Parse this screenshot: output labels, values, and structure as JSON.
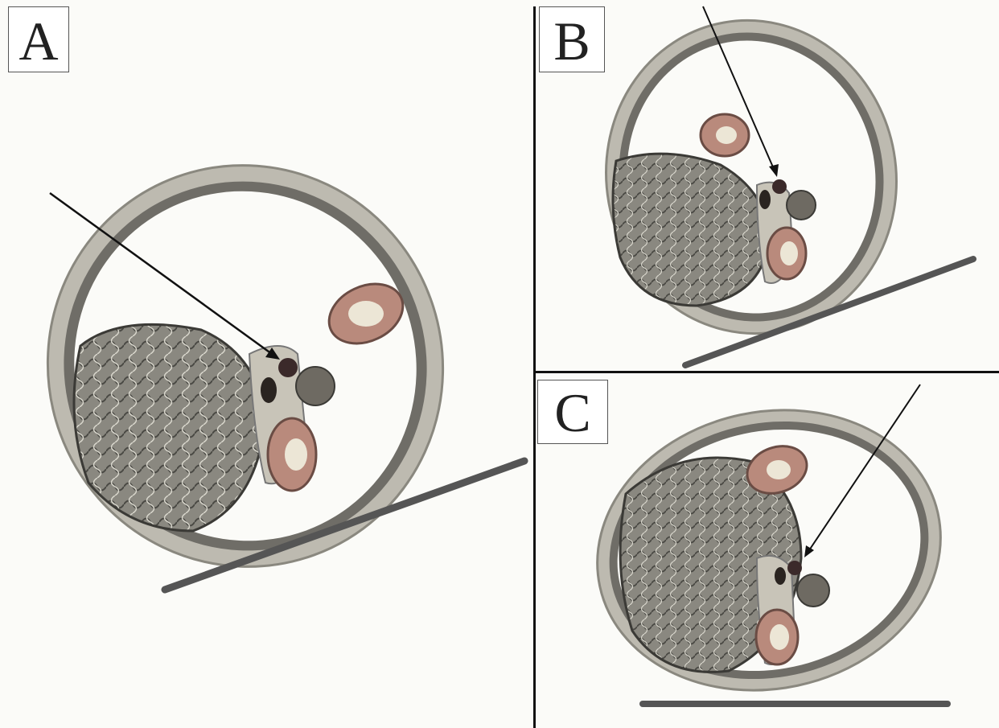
{
  "figure": {
    "panels": [
      {
        "id": "A",
        "label": "A"
      },
      {
        "id": "B",
        "label": "B"
      },
      {
        "id": "C",
        "label": "C"
      }
    ]
  },
  "colors": {
    "skin": "#c9c6b9",
    "muscle": "#6e6c66",
    "bone": "#b98a7c",
    "marrow": "#e9e2d2",
    "vessel": "#3b2a2a",
    "board": "#555555",
    "arrow": "#111111",
    "background": "#fbfbf8"
  },
  "icons": [
    "arrow-pointer",
    "support-board",
    "cross-section"
  ]
}
